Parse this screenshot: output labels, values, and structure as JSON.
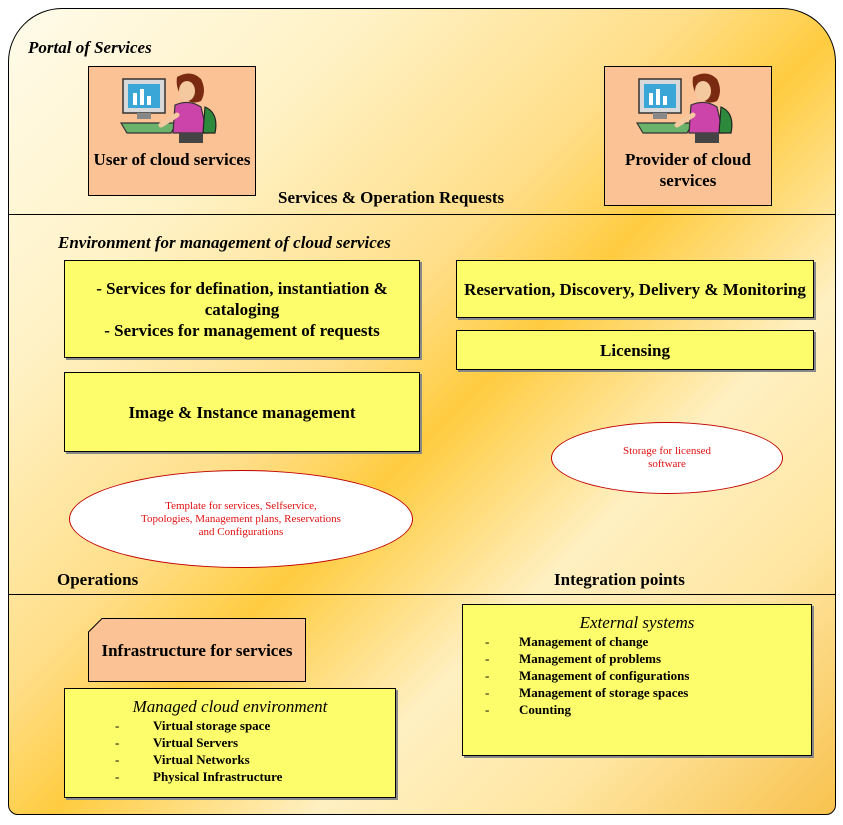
{
  "portal": {
    "label": "Portal of Services",
    "user_label": "User of cloud services",
    "provider_label": "Provider of cloud services",
    "requests_label": "Services & Operation Requests"
  },
  "environment": {
    "label": "Environment for management of cloud services",
    "definition_box_line1": "- Services for defination, instantiation & cataloging",
    "definition_box_line2": "- Services for management of requests",
    "image_box": "Image & Instance management",
    "reservation_box": "Reservation, Discovery, Delivery & Monitoring",
    "licensing_box": "Licensing",
    "template_ellipse": "Template for services, Selfservice, Topologies, Management plans, Reservations and Configurations",
    "storage_ellipse": "Storage for licensed software",
    "operations_label": "Operations",
    "integration_label": "Integration points"
  },
  "bottom": {
    "infrastructure_label": "Infrastructure for services",
    "managed_env": {
      "title": "Managed cloud environment",
      "items": [
        "Virtual storage space",
        "Virtual Servers",
        "Virtual Networks",
        "Physical Infrastructure"
      ]
    },
    "external": {
      "title": "External systems",
      "items": [
        "Management of change",
        "Management of problems",
        "Management of configurations",
        "Management of storage spaces",
        "Counting"
      ]
    }
  },
  "colors": {
    "actor_fill": "#fbc395",
    "box_fill": "#fdfd6c",
    "ellipse_text": "#e01010"
  },
  "icons": {
    "user": "person-at-computer-icon",
    "provider": "person-at-computer-icon"
  }
}
